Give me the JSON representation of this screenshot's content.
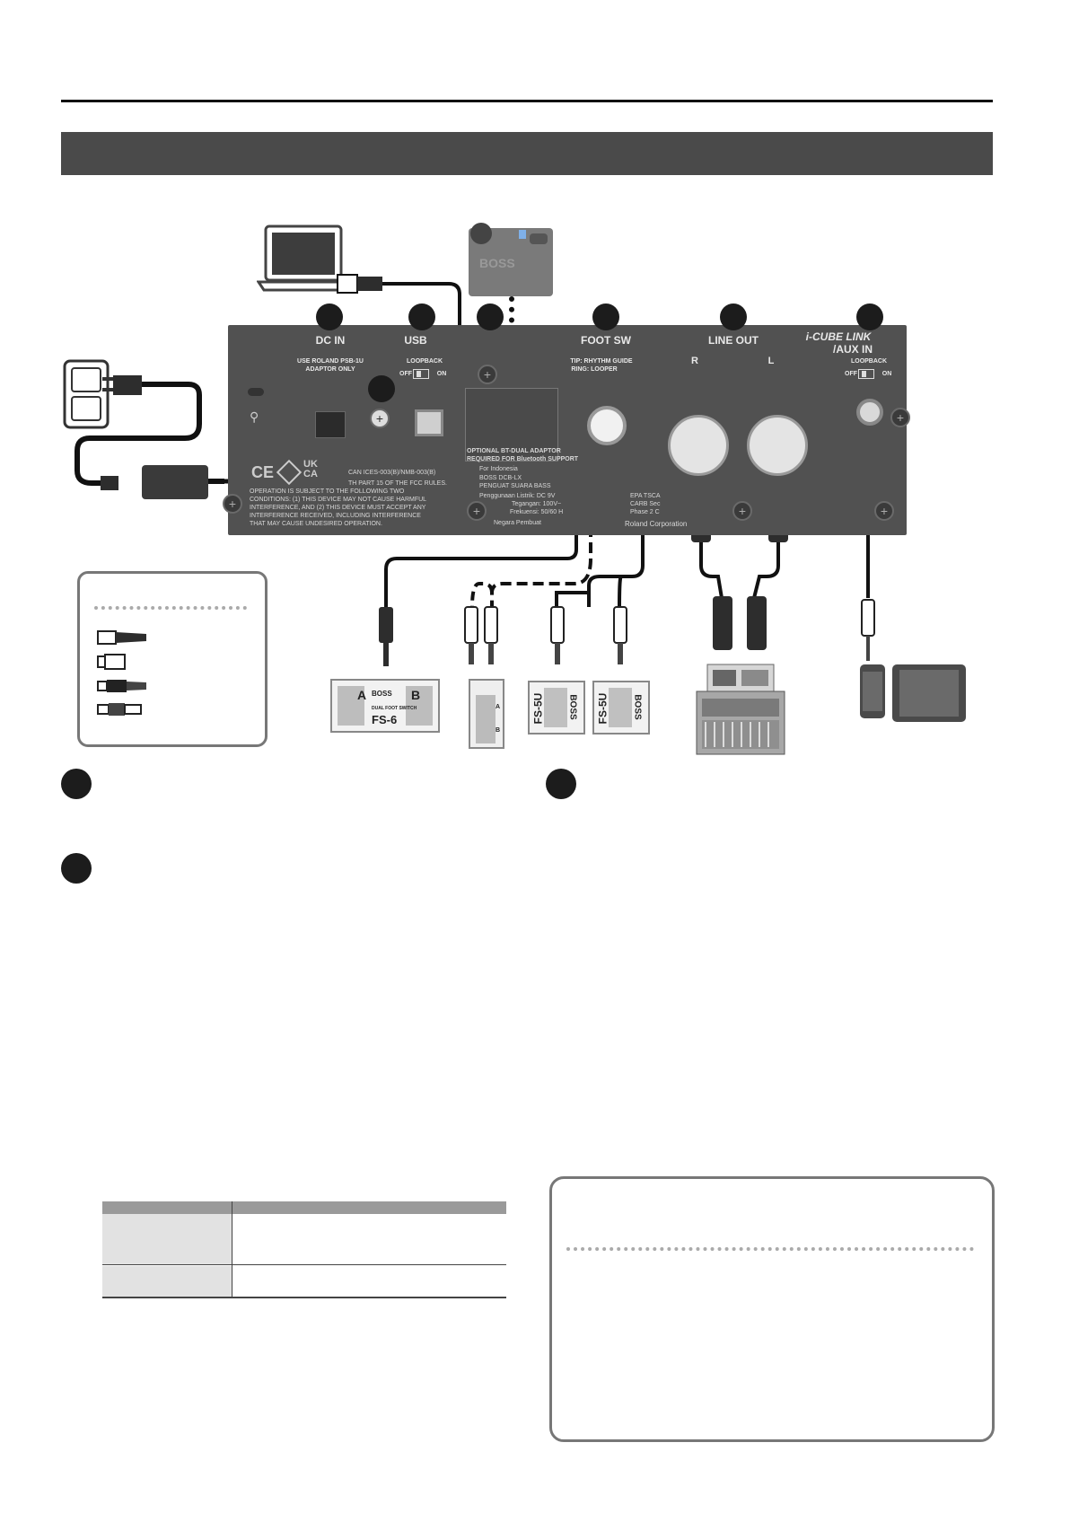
{
  "panel": {
    "dc_in": {
      "label": "DC IN",
      "note_line1": "USE ROLAND PSB-1U",
      "note_line2": "ADAPTOR ONLY"
    },
    "usb": {
      "label": "USB",
      "loopback": "LOOPBACK",
      "off": "OFF",
      "on": "ON"
    },
    "foot_sw": {
      "label": "FOOT SW",
      "tip": "TIP: RHYTHM GUIDE",
      "ring": "RING: LOOPER"
    },
    "line_out": {
      "label": "LINE OUT",
      "r": "R",
      "l": "L"
    },
    "icube": {
      "label_line1": "i-CUBE LINK",
      "label_line2": "/AUX IN",
      "loopback": "LOOPBACK",
      "off": "OFF",
      "on": "ON"
    },
    "bt": {
      "line1": "OPTIONAL BT-DUAL ADAPTOR",
      "line2": "REQUIRED FOR Bluetooth SUPPORT",
      "indonesia": "For Indonesia",
      "product": "BOSS DCB-LX",
      "product_id": "PENGUAT SUARA BASS",
      "power": "Penggunaan Listrik: DC 9V",
      "voltage": "Tegangan: 100V~",
      "freq": "Frekuensi: 50/60 H",
      "country": "Negara Pembuat"
    },
    "marks": {
      "ce": "CE",
      "ukca_1": "UK",
      "ukca_2": "CA"
    },
    "fcc_line0": "CAN ICES-003(B)/NMB-003(B)",
    "fcc_line1": "TH PART 15 OF THE FCC RULES.",
    "fcc_line2": "OPERATION IS SUBJECT TO THE FOLLOWING TWO",
    "fcc_line3": "CONDITIONS: (1) THIS DEVICE MAY NOT CAUSE HARMFUL",
    "fcc_line4": "INTERFERENCE, AND (2) THIS DEVICE MUST ACCEPT ANY",
    "fcc_line5": "INTERFERENCE RECEIVED, INCLUDING INTERFERENCE",
    "fcc_line6": "THAT MAY CAUSE UNDESIRED OPERATION.",
    "epa_1": "EPA TSCA",
    "epa_2": "CARB Sec",
    "epa_3": "Phase 2 C",
    "roland": "Roland Corporation"
  },
  "devices": {
    "fs6_a": "A",
    "fs6_b": "B",
    "fs6_brand": "BOSS",
    "fs6_name": "FS-6",
    "fs6_sub": "DUAL FOOT SWITCH",
    "fs5u": "FS-5U",
    "boss": "BOSS",
    "fs7_a": "A",
    "fs7_b": "B",
    "bt_brand": "BOSS"
  }
}
